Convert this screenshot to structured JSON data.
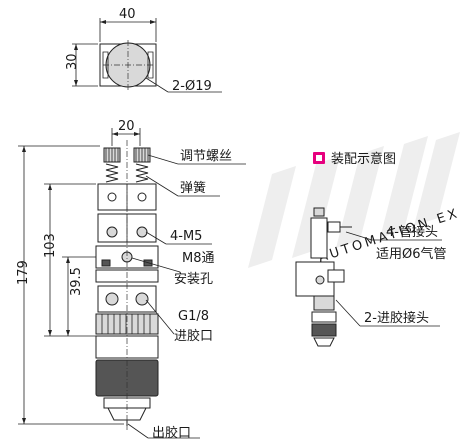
{
  "dimensions": {
    "top_width": "40",
    "top_height": "30",
    "hole_spec": "2-Ø19",
    "spacing": "20",
    "total_height": "179",
    "height_103": "103",
    "height_39_5": "39.5"
  },
  "callouts": {
    "adjust_screw": "调节螺丝",
    "spring": "弹簧",
    "mount_screw": "4-M5",
    "m8_line1": "M8通",
    "m8_line2": "安装孔",
    "inlet_thread": "G1/8",
    "inlet": "进胶口",
    "outlet": "出胶口"
  },
  "assembly": {
    "title": "装配示意图",
    "fitting_line1": "4-管接头",
    "fitting_line2": "适用Ø6气管",
    "glue_fitting": "2-进胶接头"
  },
  "colors": {
    "title_marker": "#e6007e",
    "watermark": "#ececec"
  }
}
